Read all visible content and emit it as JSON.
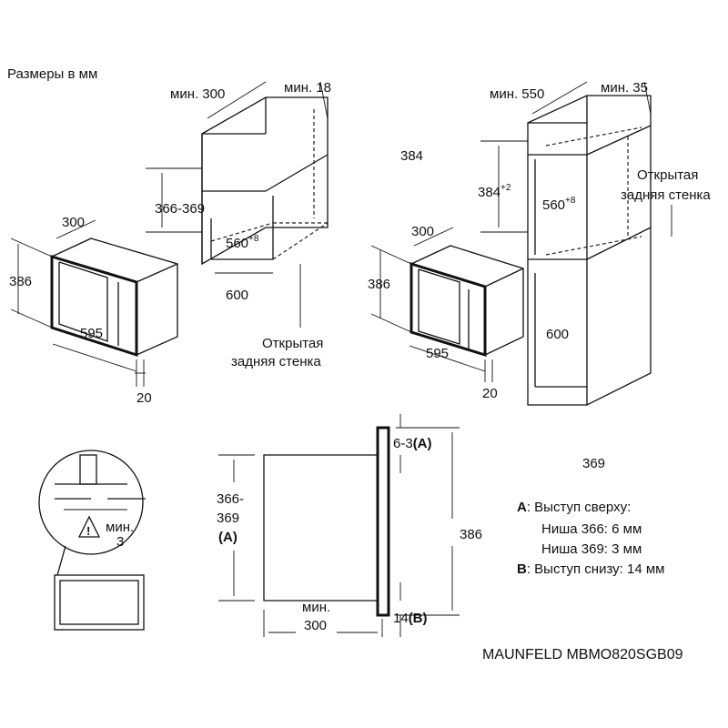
{
  "title": "Размеры в мм",
  "model": "MAUNFELD MBMO820SGB09",
  "wall_cabinet": {
    "min_depth": "мин. 300",
    "min_side": "мин. 18",
    "niche_height": "366-369",
    "niche_width": "560",
    "niche_width_tol": "+8",
    "cabinet_depth": "600",
    "open_back_1": "Открытая",
    "open_back_2": "задняя стенка"
  },
  "appliance_left": {
    "depth": "300",
    "height": "386",
    "width": "595",
    "front": "20"
  },
  "tall_cabinet": {
    "min_depth": "мин. 550",
    "min_side": "мин. 35",
    "floating_label": "384",
    "niche_height": "384",
    "niche_height_tol": "+2",
    "niche_width": "560",
    "niche_width_tol": "+8",
    "cabinet_depth": "600",
    "open_back_1": "Открытая",
    "open_back_2": "задняя стенка"
  },
  "appliance_right": {
    "depth": "300",
    "height": "386",
    "width": "595",
    "front": "20"
  },
  "detail": {
    "min_label": "мин.",
    "min_value": "3",
    "warning_icon": "warning-triangle-icon"
  },
  "side_view": {
    "top_offset": "6-3",
    "top_offset_ref": "(A)",
    "niche_h_1": "366-",
    "niche_h_2": "369",
    "niche_h_ref": "(A)",
    "total_height": "386",
    "min_depth_1": "мин.",
    "min_depth_2": "300",
    "bottom_offset": "14",
    "bottom_offset_ref": "(B)",
    "floating_label": "369"
  },
  "legend": {
    "a_key": "A",
    "a_text": ": Выступ сверху:",
    "a_line1": "Ниша 366: 6 мм",
    "a_line2": "Ниша 369: 3 мм",
    "b_key": "B",
    "b_text": ": Выступ снизу: 14 мм"
  }
}
